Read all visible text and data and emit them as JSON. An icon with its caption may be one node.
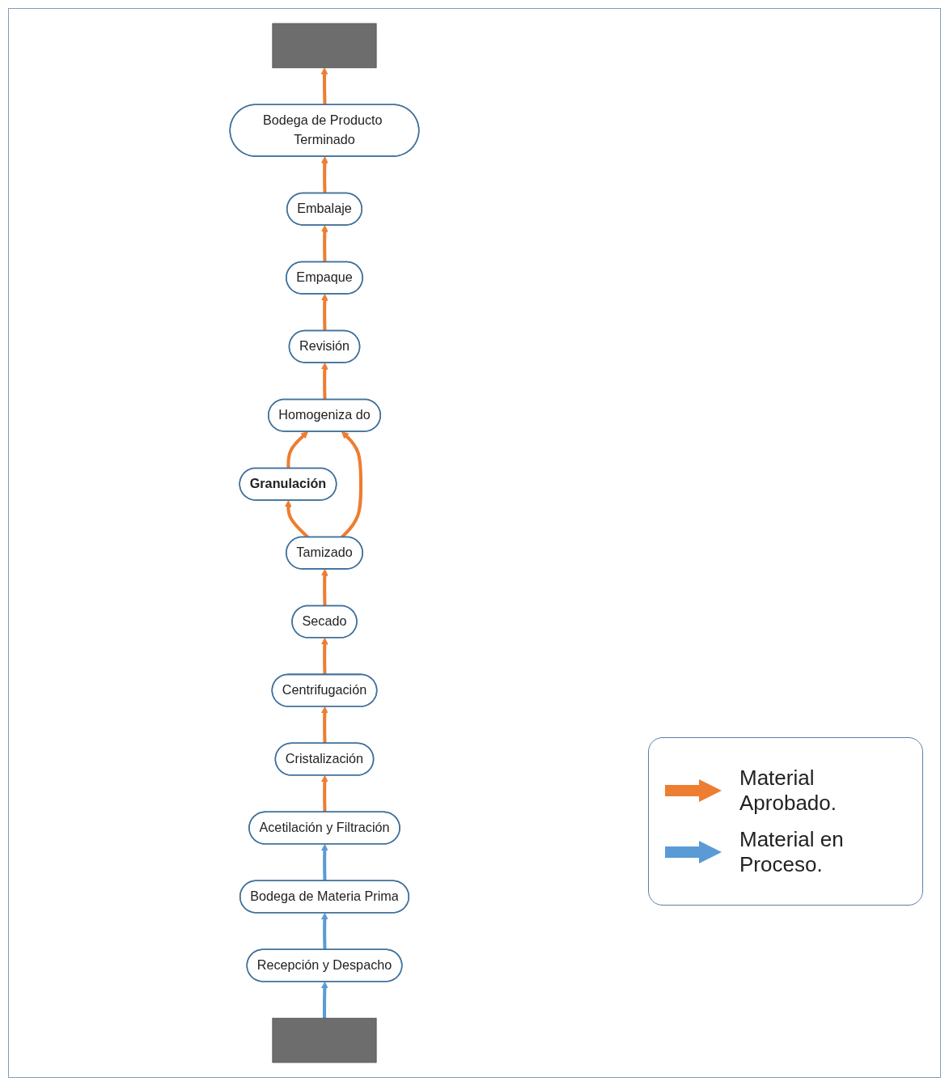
{
  "diagram": {
    "nodes": [
      {
        "text": [
          "Granulación"
        ]
      },
      {
        "text": [
          "Acetilación y Filtración"
        ]
      },
      {
        "text": [
          "Secado"
        ]
      },
      {
        "text": [
          "Centrifugación"
        ]
      },
      {
        "text": [
          "Cristalización"
        ]
      },
      {
        "text": [
          "Tamizado"
        ]
      },
      {
        "text": [
          "Homogeniza do"
        ]
      },
      {
        "text": [
          "Revisión"
        ]
      },
      {
        "text": [
          "Empaque"
        ]
      },
      {
        "text": [
          "Embalaje"
        ]
      },
      {
        "text": [
          "Bodega de Producto Terminado"
        ]
      },
      {
        "text": [
          "Bodega de Materia Prima"
        ]
      },
      {
        "text": [
          "Recepción y Despacho"
        ]
      },
      {
        "text": [],
        "shape": "bar"
      },
      {
        "text": [],
        "shape": "bar"
      }
    ],
    "edges": [
      {
        "from": 14,
        "to": 12,
        "arrow": "to",
        "color": "#5b9bd5"
      },
      {
        "from": 12,
        "to": 11,
        "arrow": "to",
        "color": "#5b9bd5"
      },
      {
        "from": 11,
        "to": 1,
        "arrow": "to",
        "color": "#5b9bd5"
      },
      {
        "from": 1,
        "to": 4,
        "arrow": "to"
      },
      {
        "from": 4,
        "to": 3,
        "arrow": "to"
      },
      {
        "from": 3,
        "to": 2,
        "arrow": "to"
      },
      {
        "from": 2,
        "to": 5,
        "arrow": "to"
      },
      {
        "from": 5,
        "to": 0,
        "arrow": "to"
      },
      {
        "from": 0,
        "to": 6,
        "arrow": "to"
      },
      {
        "from": 5,
        "to": 6,
        "arrow": "to"
      },
      {
        "from": 6,
        "to": 7,
        "arrow": "to"
      },
      {
        "from": 7,
        "to": 8,
        "arrow": "to"
      },
      {
        "from": 8,
        "to": 9,
        "arrow": "to"
      },
      {
        "from": 9,
        "to": 10,
        "arrow": "to"
      },
      {
        "from": 10,
        "to": 13,
        "arrow": "to"
      }
    ],
    "legend": [
      {
        "text": "Material Aprobado.",
        "color": "#ed7d31"
      },
      {
        "text": "Material en Proceso.",
        "color": "#5b9bd5"
      }
    ]
  }
}
